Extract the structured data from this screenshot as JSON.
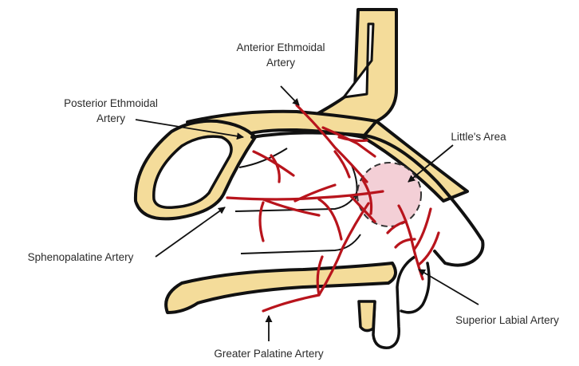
{
  "labels": {
    "anterior_ethmoidal": [
      "Anterior Ethmoidal",
      "Artery"
    ],
    "posterior_ethmoidal": [
      "Posterior Ethmoidal",
      "Artery"
    ],
    "littles_area": "Little's Area",
    "sphenopalatine": "Sphenopalatine Artery",
    "superior_labial": "Superior Labial Artery",
    "greater_palatine": "Greater Palatine Artery"
  },
  "colors": {
    "bone": "#f4dc9a",
    "outline": "#111111",
    "artery": "#b8141c",
    "littles_area_fill": "#f3cfd6"
  }
}
